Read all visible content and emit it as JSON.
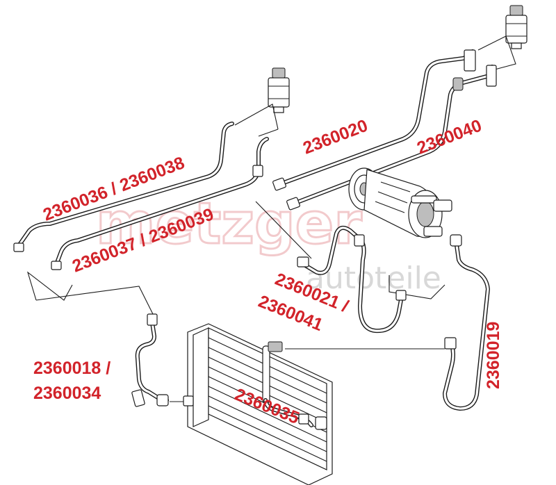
{
  "watermark": {
    "brand": "metzger",
    "sub": "autoteile"
  },
  "labels": {
    "l1": "2360036 / 2360038",
    "l2": "2360037 / 2360039",
    "l3": "2360020",
    "l4": "2360040",
    "l5": "2360021 /",
    "l6": "2360041",
    "l7": "2360019",
    "l8": "2360018 /",
    "l9": "2360034",
    "l10": "2360035"
  },
  "colors": {
    "label": "#d2232a",
    "watermark": "#e8a0a4",
    "line": "#1a1a1a"
  }
}
